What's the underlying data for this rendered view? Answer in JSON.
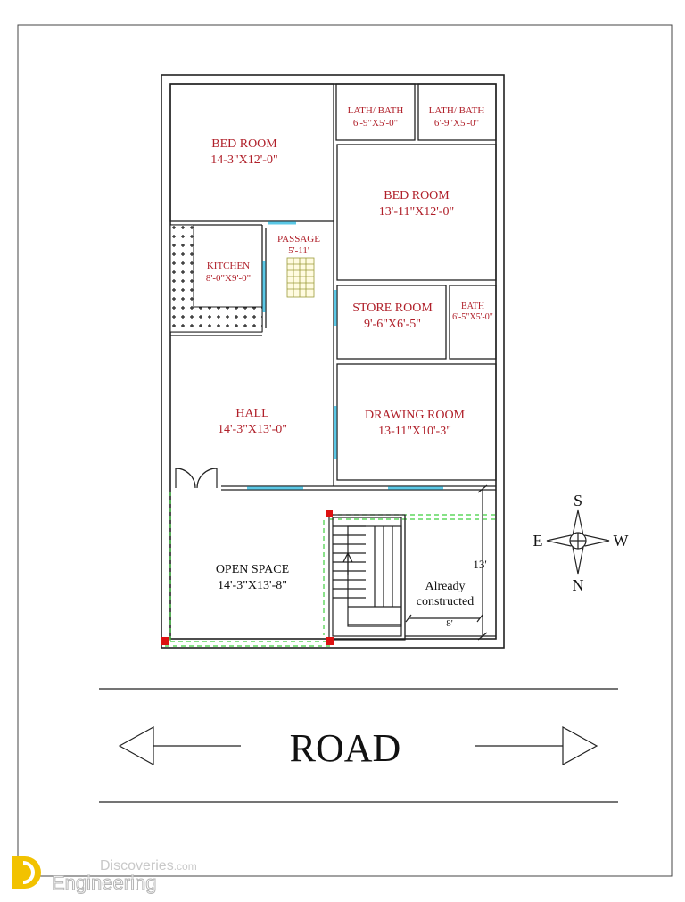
{
  "rooms": {
    "bed1": {
      "name": "BED ROOM",
      "size": "14-3\"X12'-0\""
    },
    "bath1": {
      "name": "LATH/ BATH",
      "size": "6'-9\"X5'-0\""
    },
    "bath2": {
      "name": "LATH/ BATH",
      "size": "6'-9\"X5'-0\""
    },
    "bed2": {
      "name": "BED ROOM",
      "size": "13'-11\"X12'-0\""
    },
    "passage": {
      "name": "PASSAGE",
      "size": "5'-11'"
    },
    "kitchen": {
      "name": "KITCHEN",
      "size": "8'-0\"X9'-0\""
    },
    "store": {
      "name": "STORE ROOM",
      "size": "9'-6\"X6'-5\""
    },
    "bath3": {
      "name": "BATH",
      "size": "6'-5\"X5'-0\""
    },
    "hall": {
      "name": "HALL",
      "size": "14'-3\"X13'-0\""
    },
    "drawing": {
      "name": "DRAWING ROOM",
      "size": "13-11\"X10'-3\""
    },
    "open": {
      "name": "OPEN SPACE",
      "size": "14'-3\"X13'-8\""
    }
  },
  "constructed": {
    "line1": "Already",
    "line2": "constructed",
    "dim_v": "13'",
    "dim_h": "8'"
  },
  "compass": {
    "north": "N",
    "south": "S",
    "east": "E",
    "west": "W"
  },
  "road": {
    "label": "ROAD"
  },
  "watermark": {
    "line1": "Discoveries",
    "suffix": ".com",
    "line2": "Engineering",
    "accent": "#f2c200"
  },
  "colors": {
    "label": "#b0202a",
    "window": "#5bc8e6",
    "green_dash": "#3fcf3f",
    "column": "#dd1111"
  }
}
